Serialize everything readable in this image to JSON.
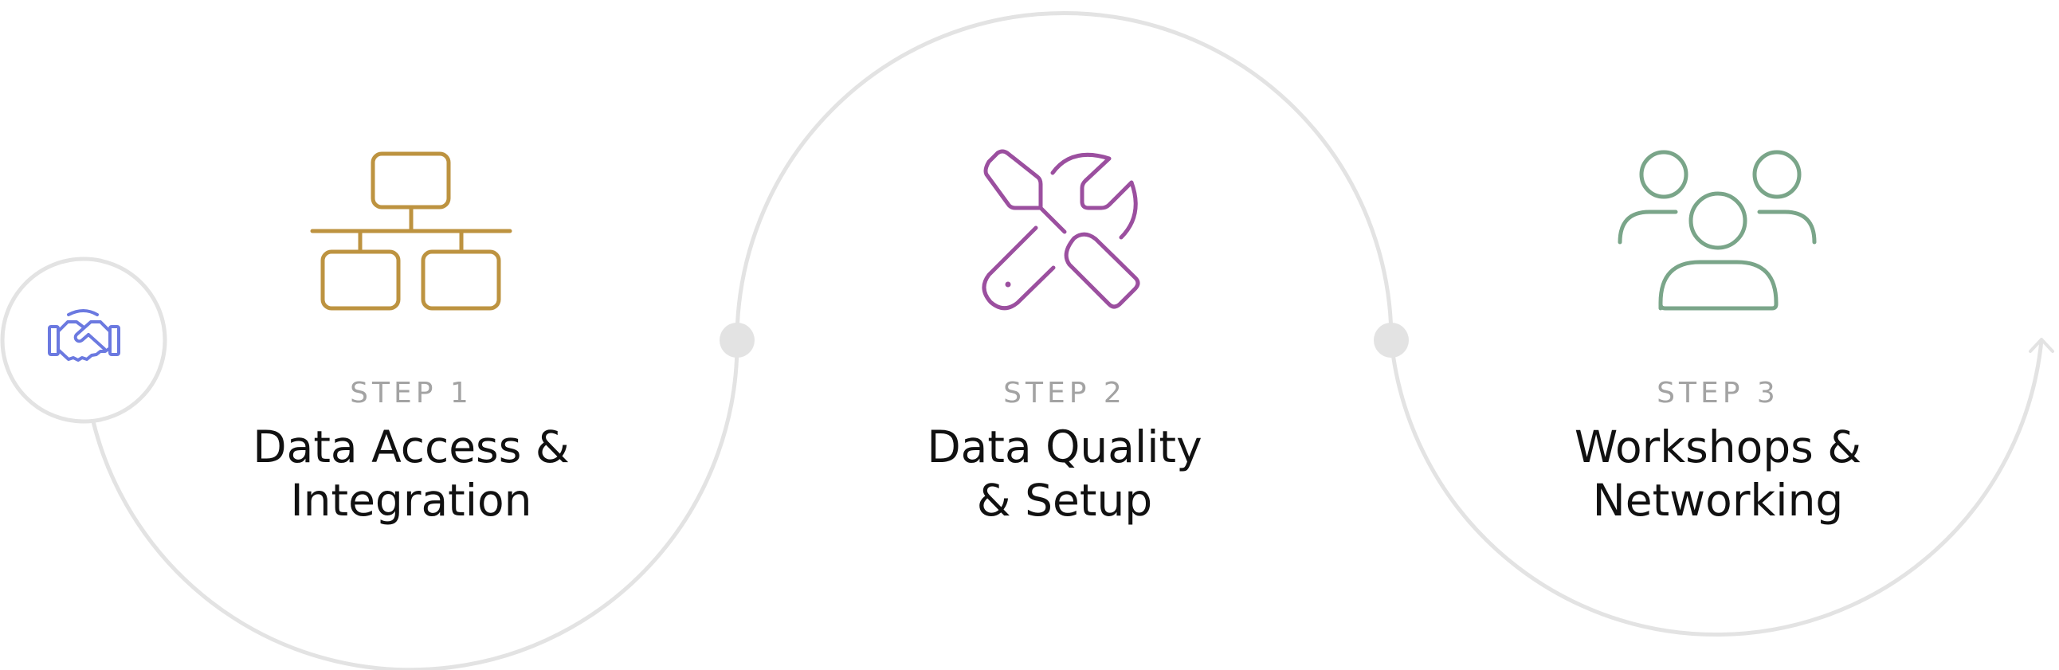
{
  "colors": {
    "track": "#e3e3e3",
    "connector_dot": "#e3e3e3",
    "step_label": "#a3a3a3",
    "title_text": "#111111",
    "start_icon": "#6b79e0",
    "step1_icon": "#bd9340",
    "step2_icon": "#9b4f9f",
    "step3_icon": "#7aa589"
  },
  "start": {
    "icon": "handshake-icon"
  },
  "steps": [
    {
      "label": "STEP 1",
      "title": "Data Access &\nIntegration",
      "icon": "network-diagram-icon"
    },
    {
      "label": "STEP 2",
      "title": "Data Quality\n& Setup",
      "icon": "wrench-screwdriver-icon"
    },
    {
      "label": "STEP 3",
      "title": "Workshops &\nNetworking",
      "icon": "people-group-icon"
    }
  ],
  "end": {
    "icon": "arrow-up-icon"
  }
}
